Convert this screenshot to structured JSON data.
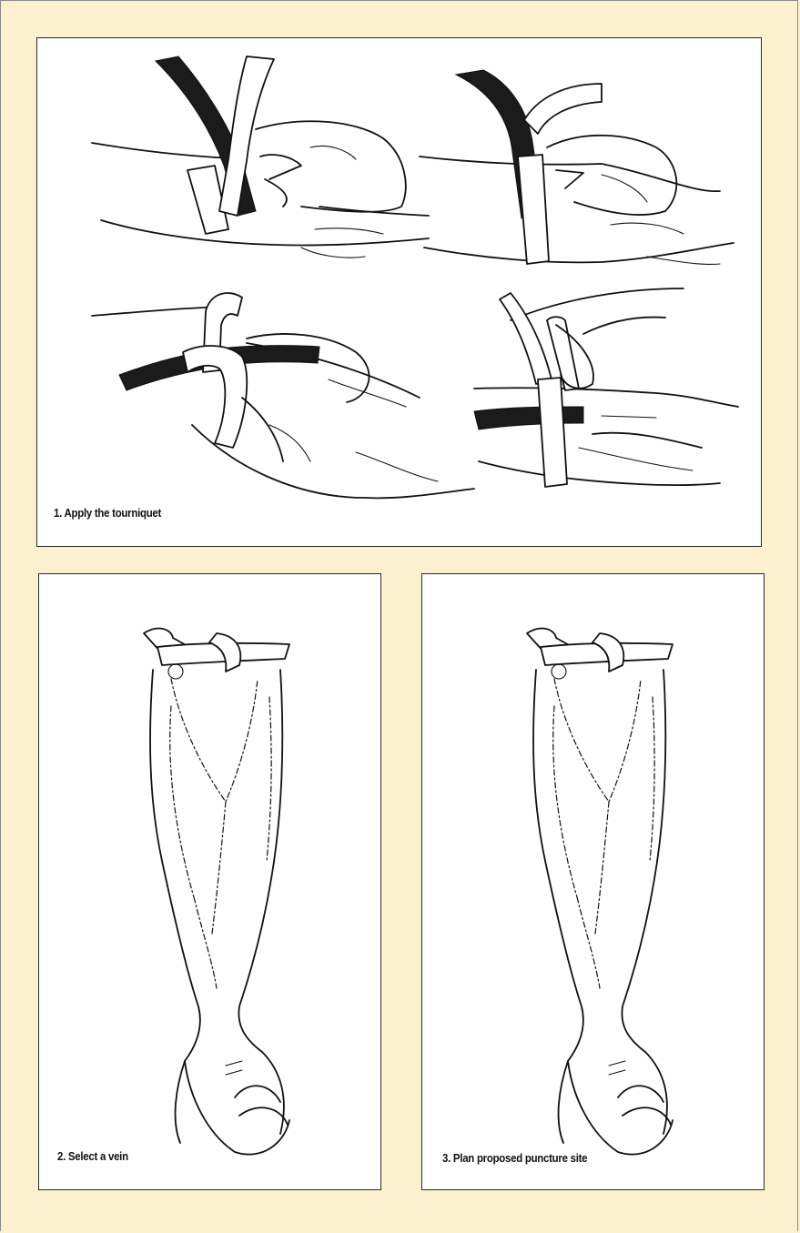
{
  "figure": {
    "steps": [
      {
        "label": "1. Apply the tourniquet"
      },
      {
        "label": "2. Select a vein"
      },
      {
        "label": "3. Plan proposed puncture site"
      }
    ]
  },
  "colors": {
    "background": "#fbf1cf",
    "panel": "#ffffff",
    "ink": "#111111"
  }
}
